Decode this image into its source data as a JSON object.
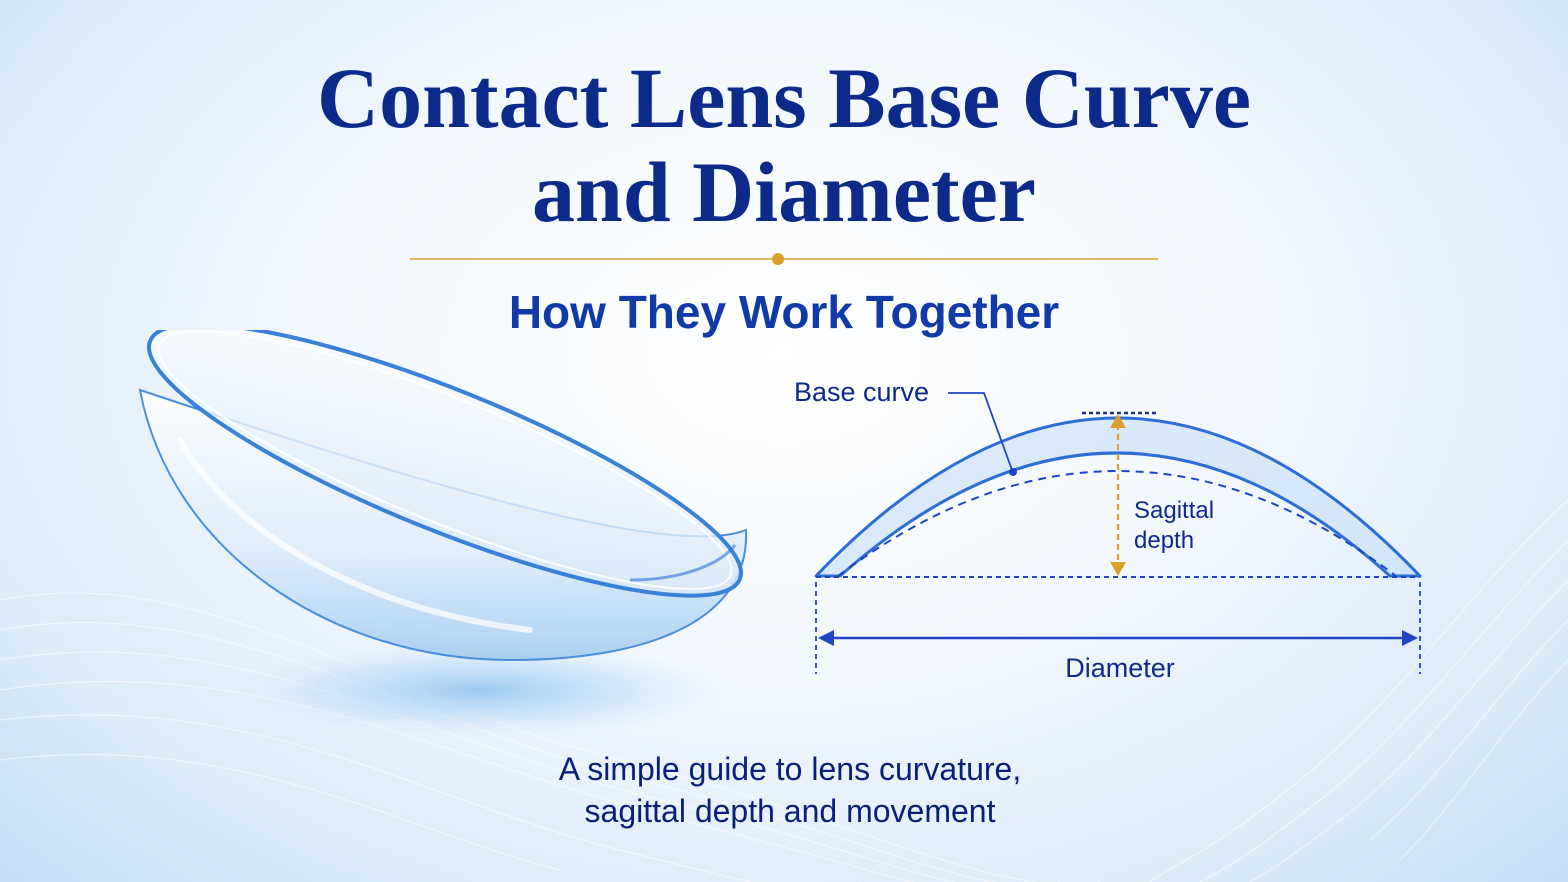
{
  "title": {
    "line1": "Contact Lens Base Curve",
    "line2": "and Diameter"
  },
  "subtitle": "How They Work Together",
  "diagram": {
    "base_curve_label": "Base curve",
    "sagittal_depth_label_line1": "Sagittal",
    "sagittal_depth_label_line2": "depth",
    "diameter_label": "Diameter"
  },
  "caption": {
    "line1": "A simple guide to lens curvature,",
    "line2": "sagittal depth and movement"
  },
  "colors": {
    "title": "#0b2a8a",
    "accent_gold": "#d9a02b",
    "lens_blue": "#2b6fd6",
    "dimension_blue": "#1f45c4"
  },
  "icons": {
    "lens_photo": "contact-lens-illustration",
    "divider_dot": "gold-dot"
  }
}
